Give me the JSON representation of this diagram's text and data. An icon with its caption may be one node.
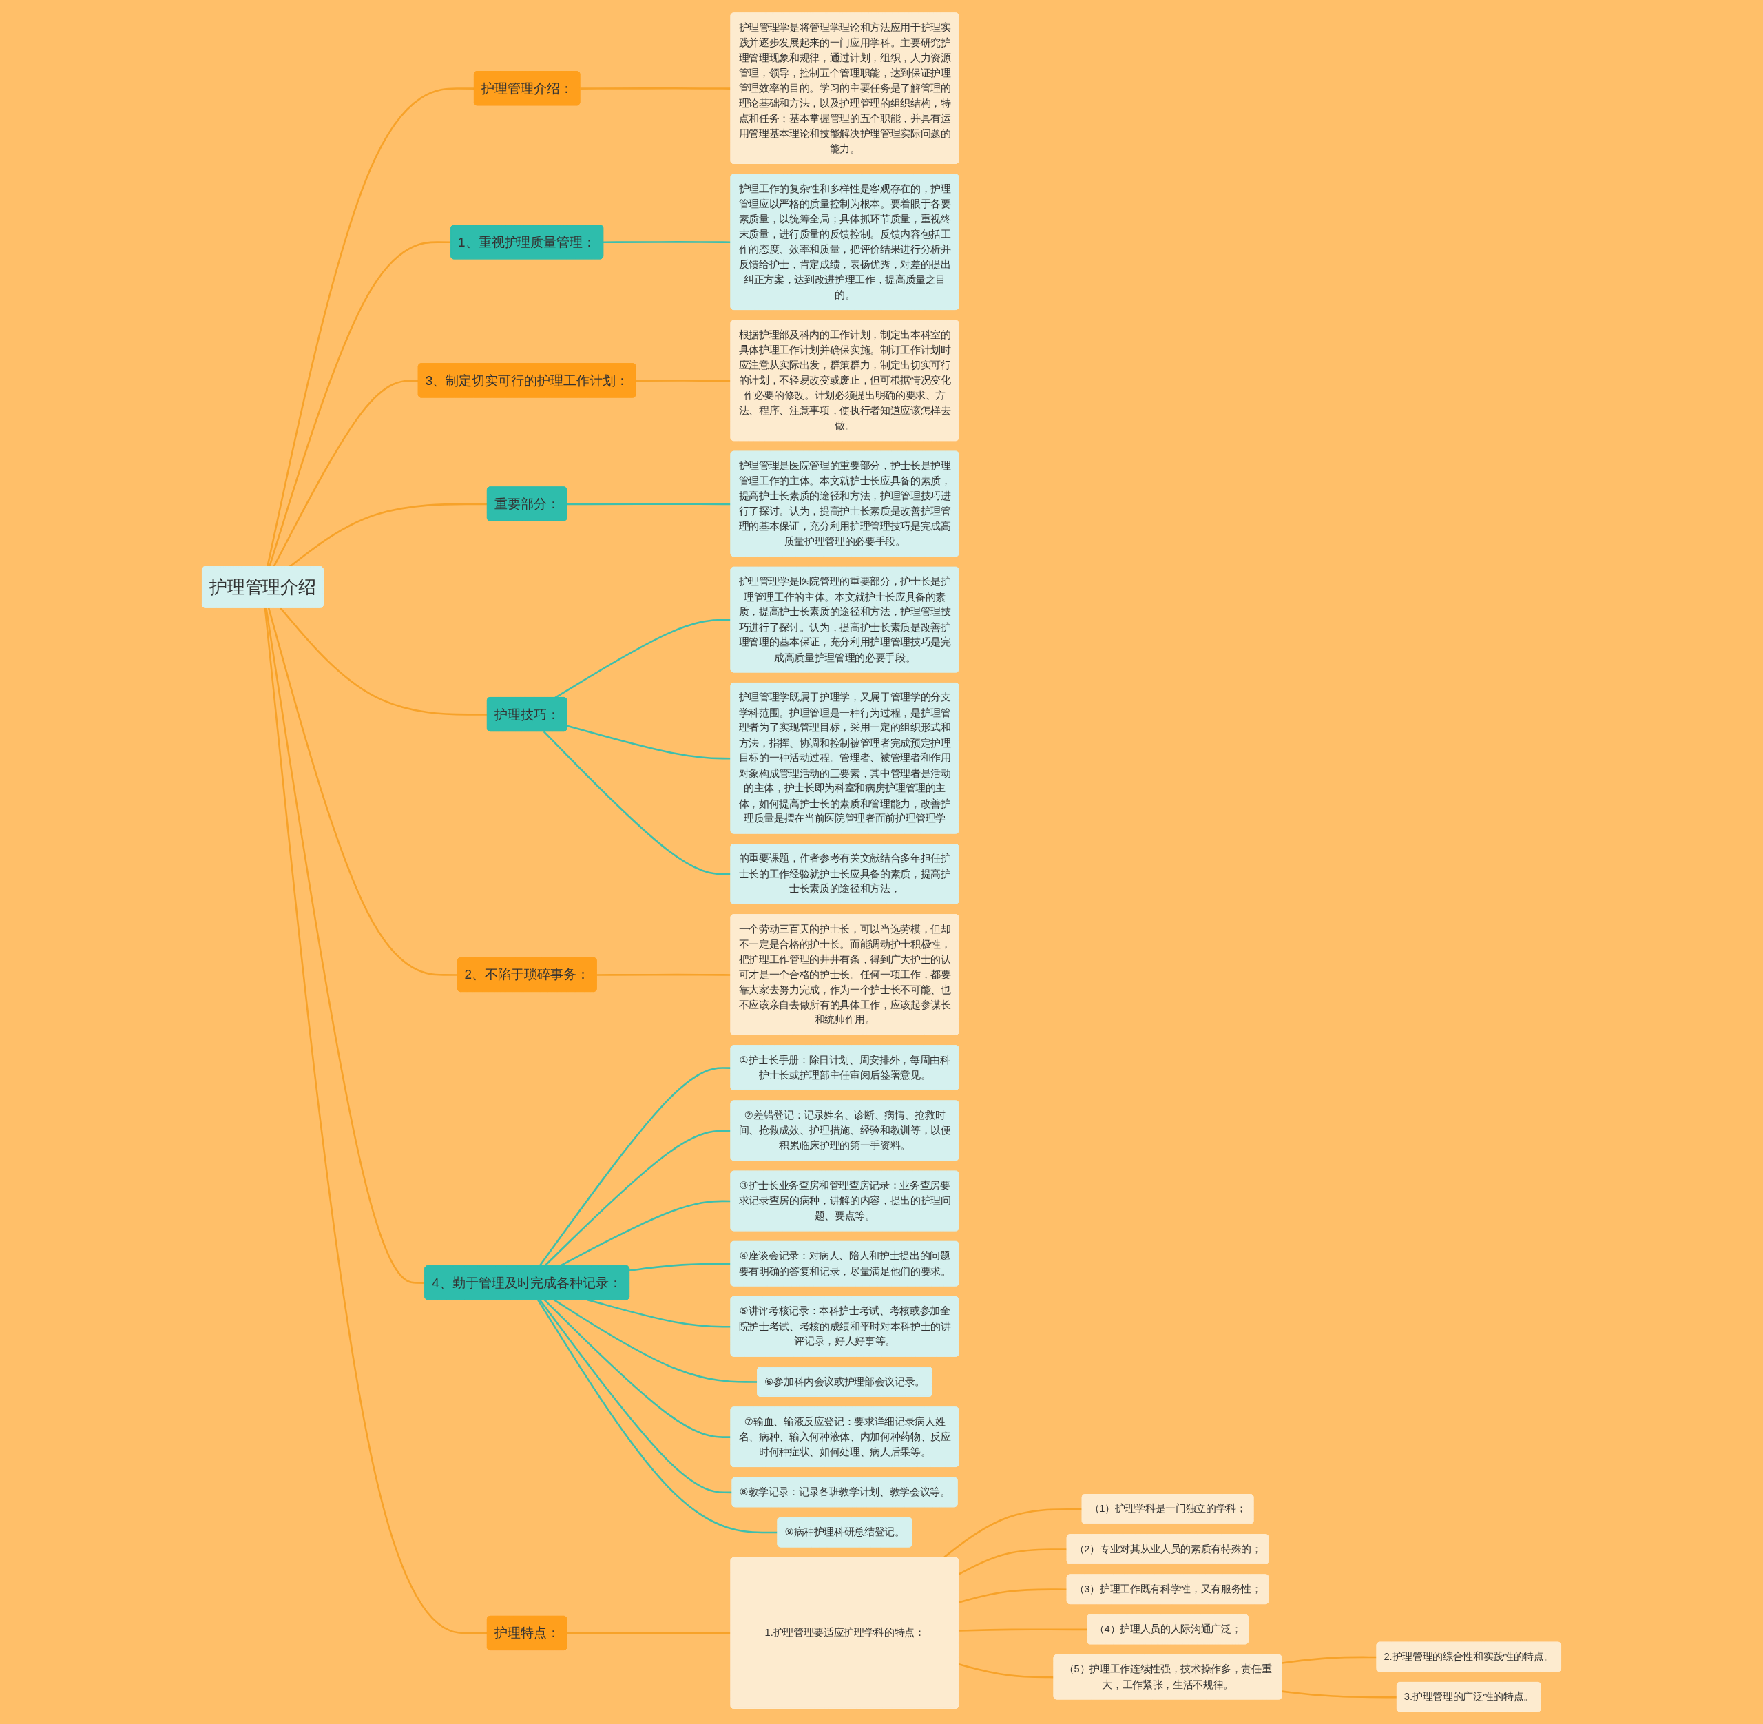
{
  "diagram": {
    "nodes": [
      {
        "text": [
          "护理管理介绍"
        ]
      },
      {
        "text": [
          "护理管理介绍："
        ]
      },
      {
        "text": [
          "护理管理学是将管理学理论和方法应用于护理实践并逐步发展起来的一门应用学科。主要研究护理管理现象和规律，通过计划，组织，人力资源管理，领导，控制五个管理职能，达到保证护理管理效率的目的。学习的主要任务是了解管理的理论基础和方法，以及护理管理的组织结构，特点和任务；基本掌握管理的五个职能，并具有运用管理基本理论和技能解决护理管理实际问题的能力。"
        ]
      },
      {
        "text": [
          "1、重视护理质量管理："
        ]
      },
      {
        "text": [
          "护理工作的复杂性和多样性是客观存在的，护理管理应以严格的质量控制为根本。要着眼于各要素质量，以统筹全局；具体抓环节质量，重视终末质量，进行质量的反馈控制。反馈内容包括工作的态度、效率和质量，把评价结果进行分析并反馈给护士，肯定成绩，表扬优秀，对差的提出纠正方案，达到改进护理工作，提高质量之目的。"
        ]
      },
      {
        "text": [
          "3、制定切实可行的护理工作计划："
        ]
      },
      {
        "text": [
          "根据护理部及科内的工作计划，制定出本科室的具体护理工作计划并确保实施。制订工作计划时应注意从实际出发，群策群力，制定出切实可行的计划，不轻易改变或废止，但可根据情况变化作必要的修改。计划必须提出明确的要求、方法、程序、注意事项，使执行者知道应该怎样去做。"
        ]
      },
      {
        "text": [
          "重要部分："
        ]
      },
      {
        "text": [
          "护理管理是医院管理的重要部分，护士长是护理管理工作的主体。本文就护士长应具备的素质，提高护士长素质的途径和方法，护理管理技巧进行了探讨。认为，提高护士长素质是改善护理管理的基本保证，充分利用护理管理技巧是完成高质量护理管理的必要手段。"
        ]
      },
      {
        "text": [
          "护理技巧："
        ]
      },
      {
        "text": [
          "护理管理学是医院管理的重要部分，护士长是护理管理工作的主体。本文就护士长应具备的素质，提高护士长素质的途径和方法，护理管理技巧进行了探讨。认为，提高护士长素质是改善护理管理的基本保证，充分利用护理管理技巧是完成高质量护理管理的必要手段。"
        ]
      },
      {
        "text": [
          "护理管理学既属于护理学，又属于管理学的分支学科范围。护理管理是一种行为过程，是护理管理者为了实现管理目标，采用一定的组织形式和方法，指挥、协调和控制被管理者完成预定护理目标的一种活动过程。管理者、被管理者和作用对象构成管理活动的三要素，其中管理者是活动的主体，护士长即为科室和病房护理管理的主体，如何提高护士长的素质和管理能力，改善护理质量是摆在当前医院管理者面前护理管理学"
        ]
      },
      {
        "text": [
          "的重要课题，作者参考有关文献结合多年担任护士长的工作经验就护士长应具备的素质，提高护士长素质的途径和方法，"
        ]
      },
      {
        "text": [
          "2、不陷于琐碎事务："
        ]
      },
      {
        "text": [
          "一个劳动三百天的护士长，可以当选劳模，但却不一定是合格的护士长。而能调动护士积极性，把护理工作管理的井井有条，得到广大护士的认可才是一个合格的护士长。任何一项工作，都要靠大家去努力完成，作为一个护士长不可能、也不应该亲自去做所有的具体工作，应该起参谋长和统帅作用。"
        ]
      },
      {
        "text": [
          "4、勤于管理及时完成各种记录："
        ]
      },
      {
        "text": [
          "①护士长手册：除日计划、周安排外，每周由科护士长或护理部主任审阅后签署意见。"
        ]
      },
      {
        "text": [
          "②差错登记：记录姓名、诊断、病情、抢救时间、抢救成效、护理措施、经验和教训等，以便积累临床护理的第一手资料。"
        ]
      },
      {
        "text": [
          "③护士长业务查房和管理查房记录：业务查房要求记录查房的病种，讲解的内容，提出的护理问题、要点等。"
        ]
      },
      {
        "text": [
          "④座谈会记录：对病人、陪人和护士提出的问题要有明确的答复和记录，尽量满足他们的要求。"
        ]
      },
      {
        "text": [
          "⑤讲评考核记录：本科护士考试、考核或参加全院护士考试、考核的成绩和平时对本科护士的讲评记录，好人好事等。"
        ]
      },
      {
        "text": [
          "⑥参加科内会议或护理部会议记录。"
        ]
      },
      {
        "text": [
          "⑦输血、输液反应登记：要求详细记录病人姓名、病种、输入何种液体、内加何种药物、反应时何种症状、如何处理、病人后果等。"
        ]
      },
      {
        "text": [
          "⑧教学记录：记录各班教学计划、教学会议等。"
        ]
      },
      {
        "text": [
          "⑨病种护理科研总结登记。"
        ]
      },
      {
        "text": [
          "护理特点："
        ]
      },
      {
        "text": [
          "1.护理管理要适应护理学科的特点："
        ]
      },
      {
        "text": [
          "（1）护理学科是一门独立的学科；"
        ]
      },
      {
        "text": [
          "（2）专业对其从业人员的素质有特殊的；"
        ]
      },
      {
        "text": [
          "（3）护理工作既有科学性，又有服务性；"
        ]
      },
      {
        "text": [
          "（4）护理人员的人际沟通广泛；"
        ]
      },
      {
        "text": [
          "（5）护理工作连续性强，技术操作多，责任重大，工作紧张，生活不规律。"
        ]
      },
      {
        "text": [
          "2.护理管理的综合性和实践性的特点。"
        ]
      },
      {
        "text": [
          "3.护理管理的广泛性的特点。"
        ]
      }
    ],
    "edges": [
      {
        "from": 0,
        "to": 1,
        "arrow": "none"
      },
      {
        "from": 1,
        "to": 2,
        "arrow": "none"
      },
      {
        "from": 0,
        "to": 3,
        "arrow": "none"
      },
      {
        "from": 3,
        "to": 4,
        "arrow": "none",
        "color": "#3dbfad"
      },
      {
        "from": 0,
        "to": 5,
        "arrow": "none"
      },
      {
        "from": 5,
        "to": 6,
        "arrow": "none"
      },
      {
        "from": 0,
        "to": 7,
        "arrow": "none"
      },
      {
        "from": 7,
        "to": 8,
        "arrow": "none",
        "color": "#3dbfad"
      },
      {
        "from": 0,
        "to": 9,
        "arrow": "none"
      },
      {
        "from": 9,
        "to": 10,
        "arrow": "none",
        "color": "#3dbfad"
      },
      {
        "from": 9,
        "to": 11,
        "arrow": "none",
        "color": "#3dbfad"
      },
      {
        "from": 9,
        "to": 12,
        "arrow": "none",
        "color": "#3dbfad"
      },
      {
        "from": 0,
        "to": 13,
        "arrow": "none"
      },
      {
        "from": 13,
        "to": 14,
        "arrow": "none"
      },
      {
        "from": 0,
        "to": 15,
        "arrow": "none"
      },
      {
        "from": 15,
        "to": 16,
        "arrow": "none",
        "color": "#3dbfad"
      },
      {
        "from": 15,
        "to": 17,
        "arrow": "none",
        "color": "#3dbfad"
      },
      {
        "from": 15,
        "to": 18,
        "arrow": "none",
        "color": "#3dbfad"
      },
      {
        "from": 15,
        "to": 19,
        "arrow": "none",
        "color": "#3dbfad"
      },
      {
        "from": 15,
        "to": 20,
        "arrow": "none",
        "color": "#3dbfad"
      },
      {
        "from": 15,
        "to": 21,
        "arrow": "none",
        "color": "#3dbfad"
      },
      {
        "from": 15,
        "to": 22,
        "arrow": "none",
        "color": "#3dbfad"
      },
      {
        "from": 15,
        "to": 23,
        "arrow": "none",
        "color": "#3dbfad"
      },
      {
        "from": 15,
        "to": 24,
        "arrow": "none",
        "color": "#3dbfad"
      },
      {
        "from": 0,
        "to": 25,
        "arrow": "none"
      },
      {
        "from": 25,
        "to": 26,
        "arrow": "none"
      },
      {
        "from": 26,
        "to": 27,
        "arrow": "none"
      },
      {
        "from": 26,
        "to": 28,
        "arrow": "none"
      },
      {
        "from": 26,
        "to": 29,
        "arrow": "none"
      },
      {
        "from": 26,
        "to": 30,
        "arrow": "none"
      },
      {
        "from": 26,
        "to": 31,
        "arrow": "none"
      },
      {
        "from": 31,
        "to": 32,
        "arrow": "none"
      },
      {
        "from": 31,
        "to": 33,
        "arrow": "none"
      }
    ]
  }
}
